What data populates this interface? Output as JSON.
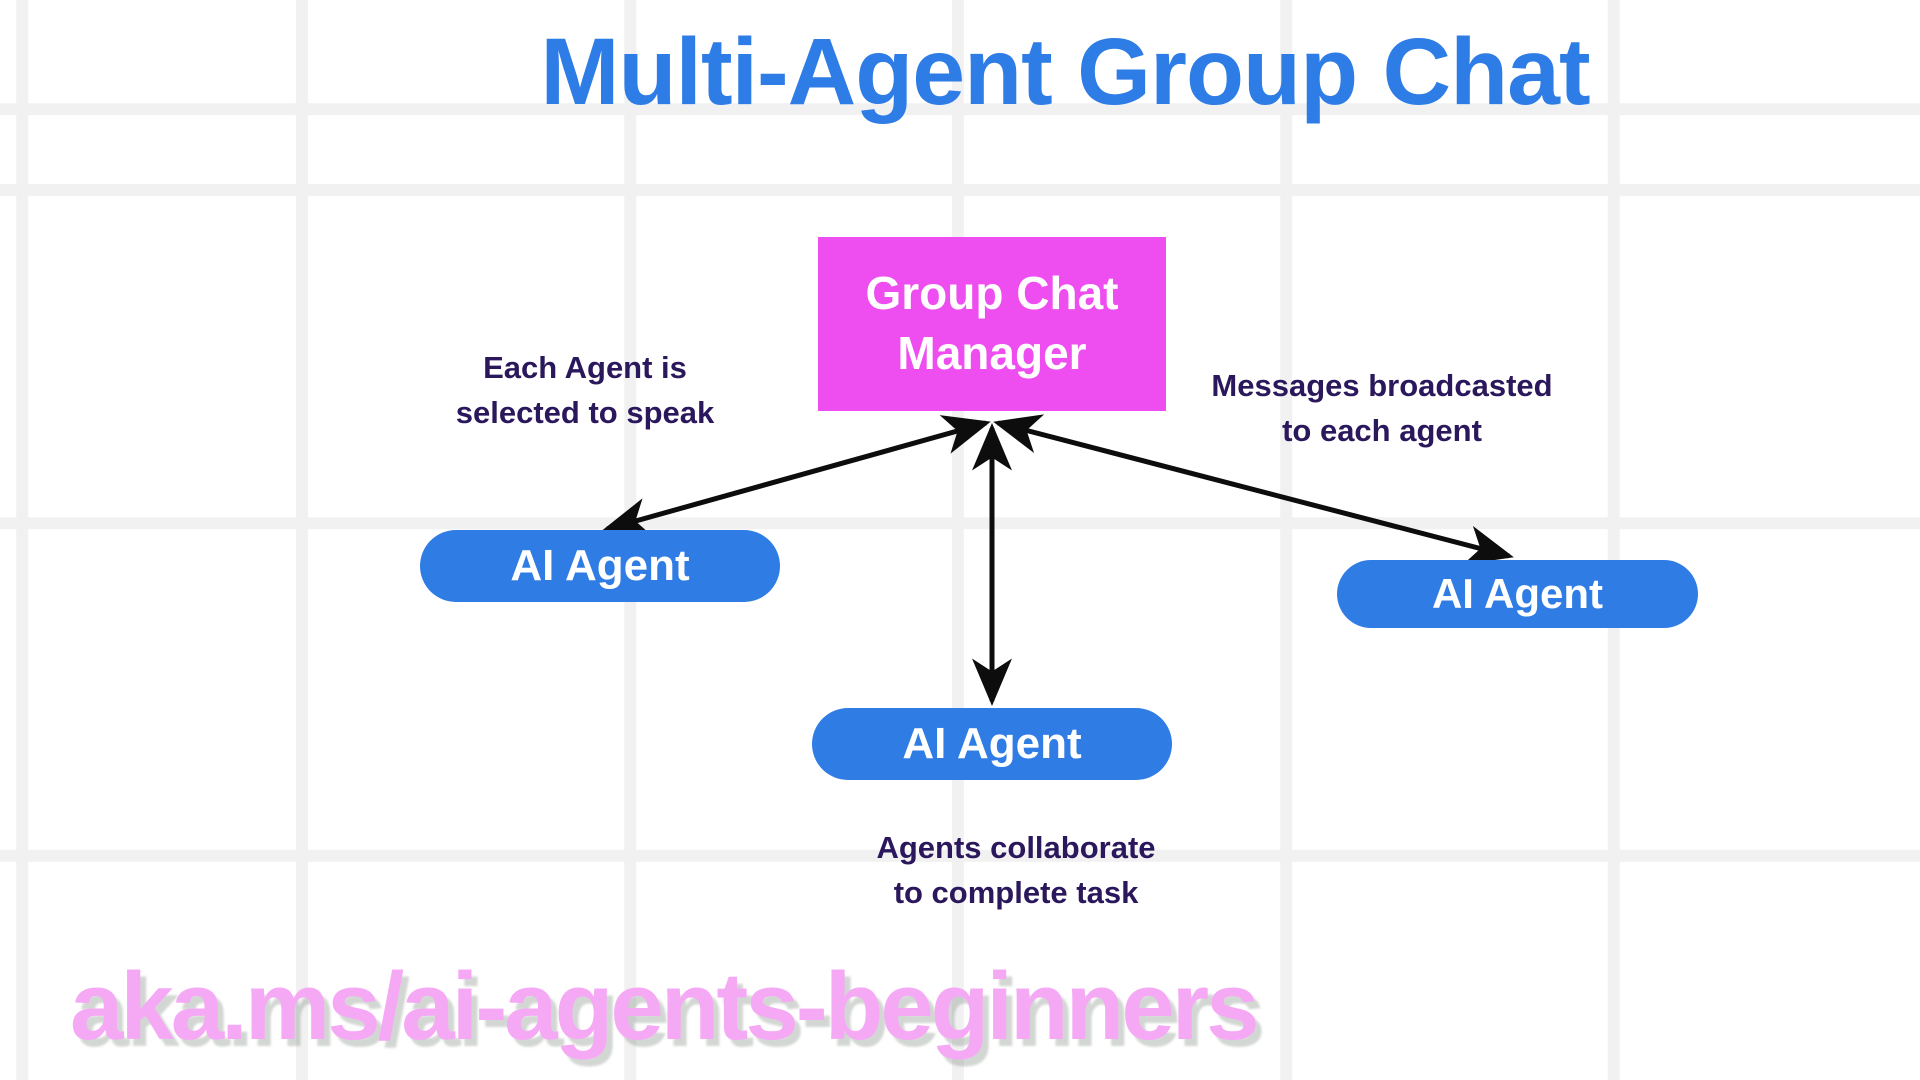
{
  "title": "Multi-Agent Group Chat",
  "watermark": "aka.ms/ai-agents-beginners",
  "manager": {
    "label": "Group Chat\nManager"
  },
  "agents": [
    {
      "id": "left",
      "label": "AI Agent"
    },
    {
      "id": "center",
      "label": "AI Agent"
    },
    {
      "id": "right",
      "label": "AI Agent"
    }
  ],
  "annotations": {
    "left": "Each Agent is\nselected to speak",
    "right": "Messages broadcasted\nto each agent",
    "bottom": "Agents collaborate\nto complete task"
  },
  "colors": {
    "title_blue": "#2E7CE6",
    "node_blue": "#2E7CE4",
    "manager_pink": "#EE4DF0",
    "ink": "#2B175B",
    "watermark_pink": "#F5A9F5",
    "arrow_black": "#0D0D0D",
    "grid_gray": "#F1F1F1",
    "bg": "#FFFFFF"
  }
}
